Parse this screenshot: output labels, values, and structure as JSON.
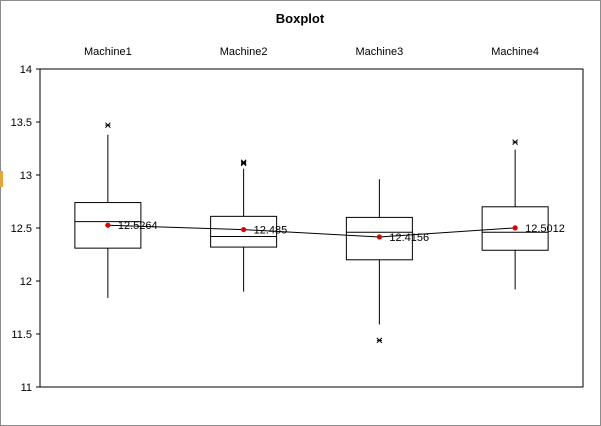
{
  "chart_data": {
    "type": "boxplot",
    "title": "Boxplot",
    "xlabel": "",
    "ylabel": "",
    "categories": [
      "Machine1",
      "Machine2",
      "Machine3",
      "Machine4"
    ],
    "category_axis_position": "top",
    "ylim": [
      11,
      14
    ],
    "yticks": [
      11,
      11.5,
      12,
      12.5,
      13,
      13.5,
      14
    ],
    "ytick_labels": [
      "11",
      "11.5",
      "12",
      "12.5",
      "13",
      "13.5",
      "14"
    ],
    "grid": false,
    "legend": "none",
    "mean_line": true,
    "boxes": [
      {
        "name": "Machine1",
        "whisker_low": 11.84,
        "q1": 12.31,
        "median": 12.56,
        "q3": 12.74,
        "whisker_high": 13.38,
        "mean": 12.5264,
        "mean_label": "12.5264",
        "outliers": [
          13.47
        ]
      },
      {
        "name": "Machine2",
        "whisker_low": 11.9,
        "q1": 12.32,
        "median": 12.42,
        "q3": 12.61,
        "whisker_high": 13.06,
        "mean": 12.485,
        "mean_label": "12.485",
        "outliers": [
          13.11,
          13.12
        ]
      },
      {
        "name": "Machine3",
        "whisker_low": 11.59,
        "q1": 12.2,
        "median": 12.46,
        "q3": 12.6,
        "whisker_high": 12.96,
        "mean": 12.4156,
        "mean_label": "12.4156",
        "outliers": [
          11.44
        ]
      },
      {
        "name": "Machine4",
        "whisker_low": 11.92,
        "q1": 12.29,
        "median": 12.46,
        "q3": 12.7,
        "whisker_high": 13.24,
        "mean": 12.5012,
        "mean_label": "12.5012",
        "outliers": [
          13.31
        ]
      }
    ],
    "colors": {
      "mean_marker": "#e00000",
      "lines": "#000000",
      "frame": "#8c8c8c"
    }
  }
}
